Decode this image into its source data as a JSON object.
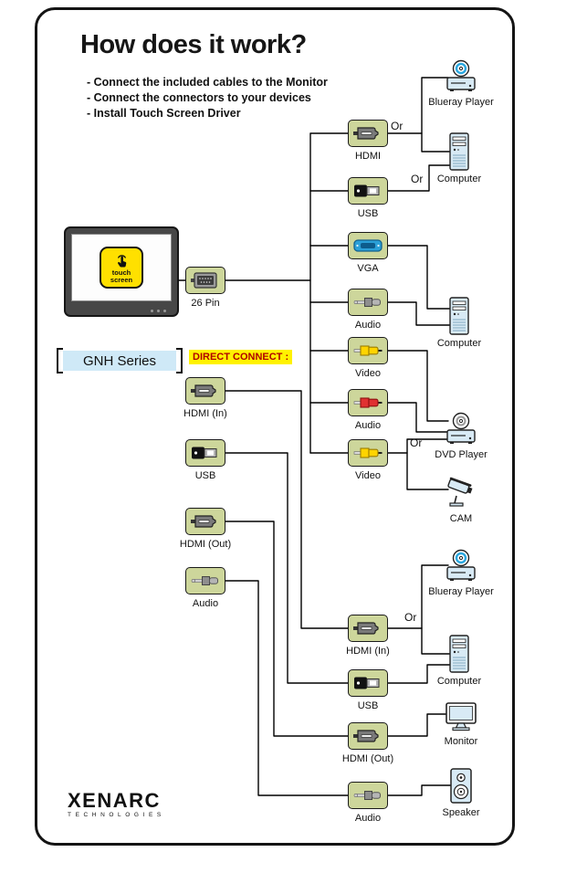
{
  "title": "How does it work?",
  "instructions": [
    "-  Connect the included cables to the Monitor",
    "-  Connect the connectors to your devices",
    "-  Install Touch Screen Driver"
  ],
  "monitor": {
    "screen_label_line1": "touch",
    "screen_label_line2": "screen",
    "series_label": "GNH Series"
  },
  "direct_connect_label": "DIRECT CONNECT :",
  "or_label": "Or",
  "logo": {
    "name": "XENARC",
    "subtitle": "TECHNOLOGIES"
  },
  "colors": {
    "connector_bg": "#cdd69b",
    "device_fill": "#d8eaf5",
    "highlight": "#fff200",
    "touch_yellow": "#ffe000",
    "series_bg": "#cfe9f7",
    "direct_connect_text": "#b00000",
    "blueray_ring": "#2ba8e0",
    "vga_blue": "#2ba0d8",
    "rca_yellow": "#ffd400",
    "rca_red": "#e03131"
  },
  "connectors": {
    "pin26": {
      "label": "26 Pin",
      "icon": "pin26-connector-icon"
    },
    "left": [
      {
        "label": "HDMI (In)",
        "icon": "hdmi-connector-icon"
      },
      {
        "label": "USB",
        "icon": "usb-connector-icon"
      },
      {
        "label": "HDMI (Out)",
        "icon": "hdmi-connector-icon"
      },
      {
        "label": "Audio",
        "icon": "audio-jack-icon"
      }
    ],
    "upper": [
      {
        "label": "HDMI",
        "icon": "hdmi-connector-icon"
      },
      {
        "label": "USB",
        "icon": "usb-connector-icon"
      },
      {
        "label": "VGA",
        "icon": "vga-connector-icon"
      },
      {
        "label": "Audio",
        "icon": "audio-jack-icon"
      },
      {
        "label": "Video",
        "icon": "rca-yellow-icon"
      },
      {
        "label": "Audio",
        "icon": "rca-red-icon"
      },
      {
        "label": "Video",
        "icon": "rca-yellow-icon"
      }
    ],
    "lower": [
      {
        "label": "HDMI (In)",
        "icon": "hdmi-connector-icon"
      },
      {
        "label": "USB",
        "icon": "usb-connector-icon"
      },
      {
        "label": "HDMI (Out)",
        "icon": "hdmi-connector-icon"
      },
      {
        "label": "Audio",
        "icon": "audio-jack-icon"
      }
    ]
  },
  "devices": {
    "upper": [
      {
        "label": "Blueray Player",
        "icon": "blueray-player-icon"
      },
      {
        "label": "Computer",
        "icon": "computer-icon"
      },
      {
        "label": "Computer",
        "icon": "computer-icon"
      },
      {
        "label": "DVD Player",
        "icon": "dvd-player-icon"
      },
      {
        "label": "CAM",
        "icon": "cam-icon"
      }
    ],
    "lower": [
      {
        "label": "Blueray Player",
        "icon": "blueray-player-icon"
      },
      {
        "label": "Computer",
        "icon": "computer-icon"
      },
      {
        "label": "Monitor",
        "icon": "monitor-icon"
      },
      {
        "label": "Speaker",
        "icon": "speaker-icon"
      }
    ]
  }
}
